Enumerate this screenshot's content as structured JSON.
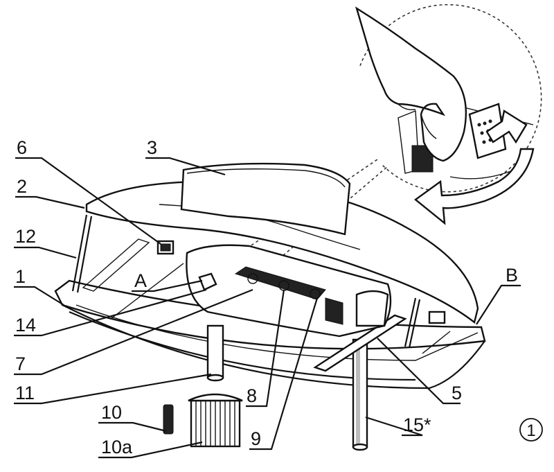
{
  "labels": {
    "l1": "1",
    "l2": "2",
    "l3": "3",
    "l5": "5",
    "l6": "6",
    "l7": "7",
    "l8": "8",
    "l9": "9",
    "l10": "10",
    "l10a": "10a",
    "l11": "11",
    "l12": "12",
    "l14": "14",
    "l15": "15*",
    "lA": "A",
    "lB": "B"
  },
  "figure_number": "1"
}
